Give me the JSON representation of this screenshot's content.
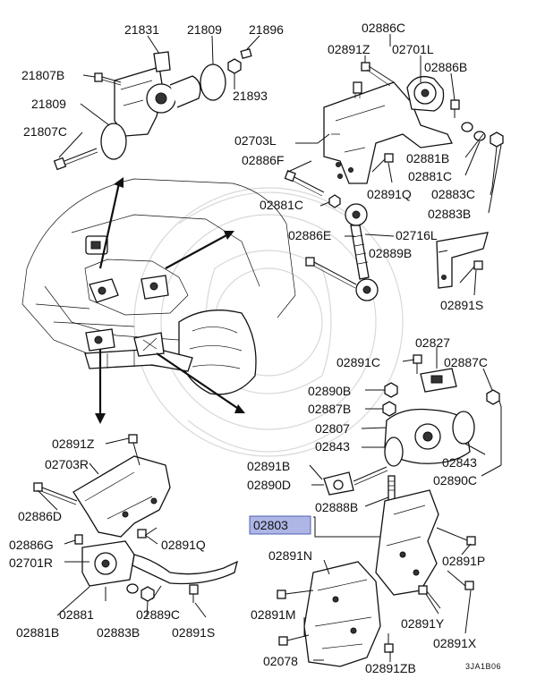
{
  "labels": {
    "p21831": "21831",
    "p21809a": "21809",
    "p21896": "21896",
    "p21807b": "21807B",
    "p21893": "21893",
    "p21809b": "21809",
    "p21807c": "21807C",
    "p02886c": "02886C",
    "p02891z_top": "02891Z",
    "p02701l": "02701L",
    "p02886b": "02886B",
    "p02703l": "02703L",
    "p02881b_top": "02881B",
    "p02886f": "02886F",
    "p02881c_r": "02881C",
    "p02891q_top": "02891Q",
    "p02883c": "02883C",
    "p02881c_l": "02881C",
    "p02883b_top": "02883B",
    "p02886e": "02886E",
    "p02716l": "02716L",
    "p02889b": "02889B",
    "p02891s_top": "02891S",
    "p02827": "02827",
    "p02891c": "02891C",
    "p02887c": "02887C",
    "p02890b": "02890B",
    "p02887b": "02887B",
    "p02807": "02807",
    "p02843a": "02843",
    "p02843b": "02843",
    "p02891b": "02891B",
    "p02890d": "02890D",
    "p02890c": "02890C",
    "p02888b": "02888B",
    "p02803": "02803",
    "p02891n": "02891N",
    "p02891p": "02891P",
    "p02891m": "02891M",
    "p02891y": "02891Y",
    "p02891x": "02891X",
    "p02078": "02078",
    "p02891zb": "02891ZB",
    "p02891z_bl": "02891Z",
    "p02703r": "02703R",
    "p02886d": "02886D",
    "p02886g": "02886G",
    "p02891q_bl": "02891Q",
    "p02701r": "02701R",
    "p02881": "02881",
    "p02889c": "02889C",
    "p02881b_bl": "02881B",
    "p02883b_bl": "02883B",
    "p02891s_bl": "02891S"
  },
  "diagram_code": "3JA1B06",
  "colors": {
    "highlight": "#aeb6e6"
  }
}
